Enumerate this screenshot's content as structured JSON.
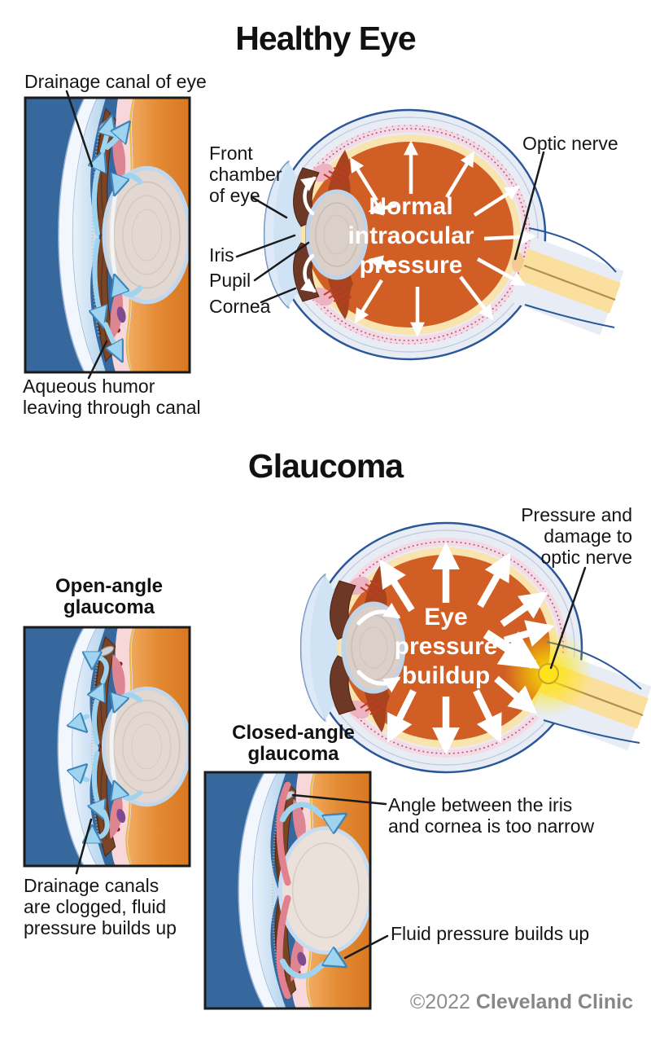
{
  "healthy": {
    "title": "Healthy Eye",
    "labels": {
      "drainage_canal": "Drainage canal of eye",
      "aqueous_humor": "Aqueous humor\nleaving through canal",
      "front_chamber": "Front\nchamber\nof eye",
      "iris": "Iris",
      "pupil": "Pupil",
      "cornea": "Cornea",
      "optic_nerve": "Optic nerve",
      "pressure_text": "Normal\nintraocular\npressure"
    }
  },
  "glaucoma": {
    "title": "Glaucoma",
    "labels": {
      "open_angle": "Open-angle\nglaucoma",
      "closed_angle": "Closed-angle\nglaucoma",
      "pressure_damage": "Pressure and\ndamage to\noptic nerve",
      "drainage_clogged": "Drainage canals\nare clogged, fluid\npressure builds up",
      "angle_narrow": "Angle between the iris\nand cornea is too narrow",
      "fluid_pressure": "Fluid pressure builds up",
      "pressure_text": "Eye\npressure\nbuildup"
    }
  },
  "footer": {
    "copyright_prefix": "©2022 ",
    "copyright_brand": "Cleveland Clinic"
  },
  "colors": {
    "background": "#ffffff",
    "label_text": "#151515",
    "inset_blue": "#36689e",
    "vitreous_orange": "#d05e25",
    "dark_vitreous": "#a7431d",
    "sclera": "#e8edf5",
    "outline_blue": "#2a579a",
    "cream_layer": "#f9e3ae",
    "choroid_pink": "#f3dae4",
    "iris_brown": "#6e3826",
    "aqueous_arrow_blue": "#9fd4f0",
    "pressure_arrow_white": "#ffffff",
    "optic_nerve_yellow": "#fbdf9e",
    "damage_glow_yellow": "#ffe500",
    "copyright_gray": "#8b8e91"
  }
}
